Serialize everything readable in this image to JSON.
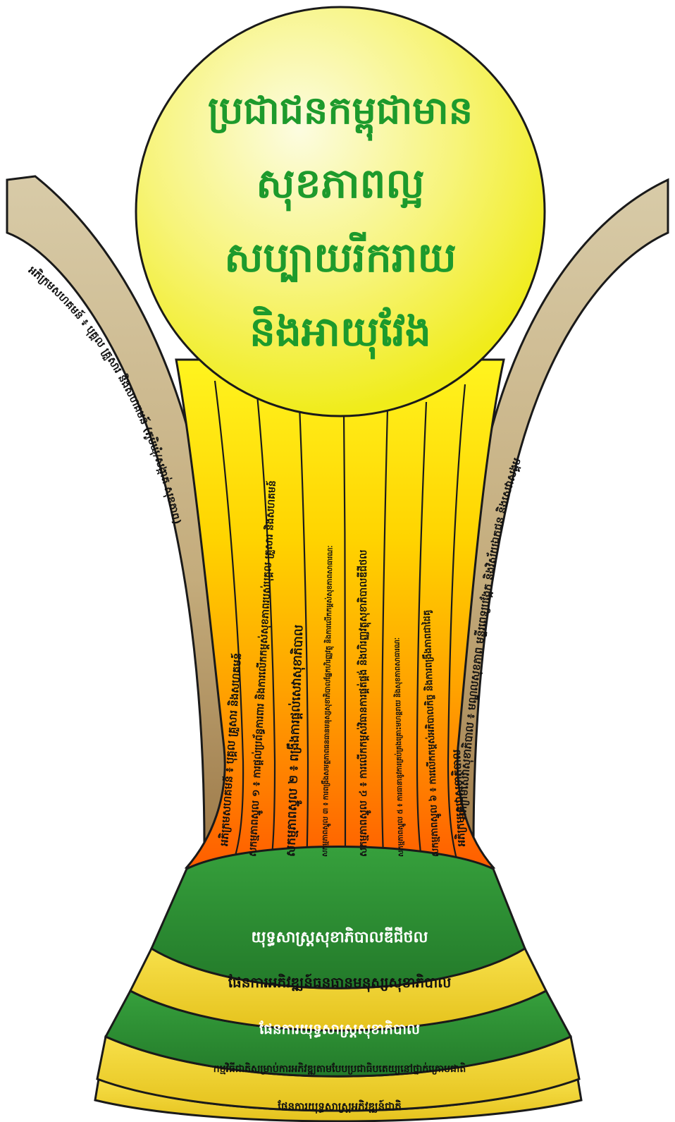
{
  "goal": {
    "lines": [
      "ប្រជាជនកម្ពុជាមាន",
      "សុខភាពល្អ",
      "សប្បាយរីករាយ",
      "និងអាយុវែង"
    ]
  },
  "left_wing": "អភិក្រមសហគមន៍ ៖ បុគ្គល គ្រួសារ និងសហគមន៍ (ភូមិឃុំ/សង្កាត់ សុខភាព)",
  "right_wing": "អភិក្រមសេវាសុខាភិបាល ៖ មណ្ឌលសុខភាព មន្ទីរពេទ្យបង្អែក និងវិស័យឯកជន និងសេវាសង្គម",
  "pillars": [
    "អភិក្រមសហគមន៍ ៖ បុគ្គល គ្រួសារ និងសហគមន៍",
    "សកម្មភាពស្នូល ១ ៖ ការផ្ដល់ប្រព័ន្ធការពារ និងការលើកកម្ពស់សុខភាពរបស់បុគ្គល គ្រួសារ និងសហគមន៍",
    "សកម្មភាពស្នូល ២ ៖ ពង្រឹងការផ្ដល់សេវាសុខាភិបាល",
    "សកម្មភាពស្នូល ៣ ៖ ការពង្រឹងសមត្ថភាពធនធានមនុស្សសុខាភិបាលផ្នែកហិរញ្ញវត្ថុ និងការលើកកម្ពស់សុខភាពសាធារណៈ",
    "សកម្មភាពស្នូល ៤ ៖ ការលើកកម្ពស់វិធានការផ្គត់ផ្គង់ និងហិរញ្ញវត្ថុសុខាភិបាលឌីជីថល",
    "សកម្មភាពស្នូល ៥ ៖ ការធានានូវការគ្រប់គ្រងគ្រោះមហន្តរាយ និងសុខភាពសាធារណៈ",
    "សកម្មភាពស្នូល ៦ ៖ ការលើកកម្ពស់អភិបាលកិច្ច និងការពង្រឹងភាពជាដៃគូ",
    "អភិក្រមសេវាសុខាភិបាល"
  ],
  "base_bands": [
    "យុទ្ធសាស្ត្រសុខាភិបាលឌីជីថល",
    "ផែនការអភិវឌ្ឍន៍ធនធានមនុស្សសុខាភិបាល",
    "ផែនការយុទ្ធសាស្ត្រសុខាភិបាល",
    "កម្មវិធីជាតិសម្រាប់ការអភិវឌ្ឍតាមបែបប្រជាធិបតេយ្យនៅថ្នាក់ក្រោមជាតិ",
    "ផែនការយុទ្ធសាស្ត្រអភិវឌ្ឍន៍ជាតិ"
  ],
  "colors": {
    "sphere_light": "#fbfbd0",
    "sphere_yellow": "#f5f222",
    "goal_text": "#1d9a2c",
    "wing": "#cdbd98",
    "wing_dark": "#a8895c",
    "stem_top": "#ffef1a",
    "stem_bottom": "#ff6a00",
    "band_green": "#2c8a32",
    "band_yellow": "#f0d62a",
    "outline": "#1a1a1a"
  }
}
